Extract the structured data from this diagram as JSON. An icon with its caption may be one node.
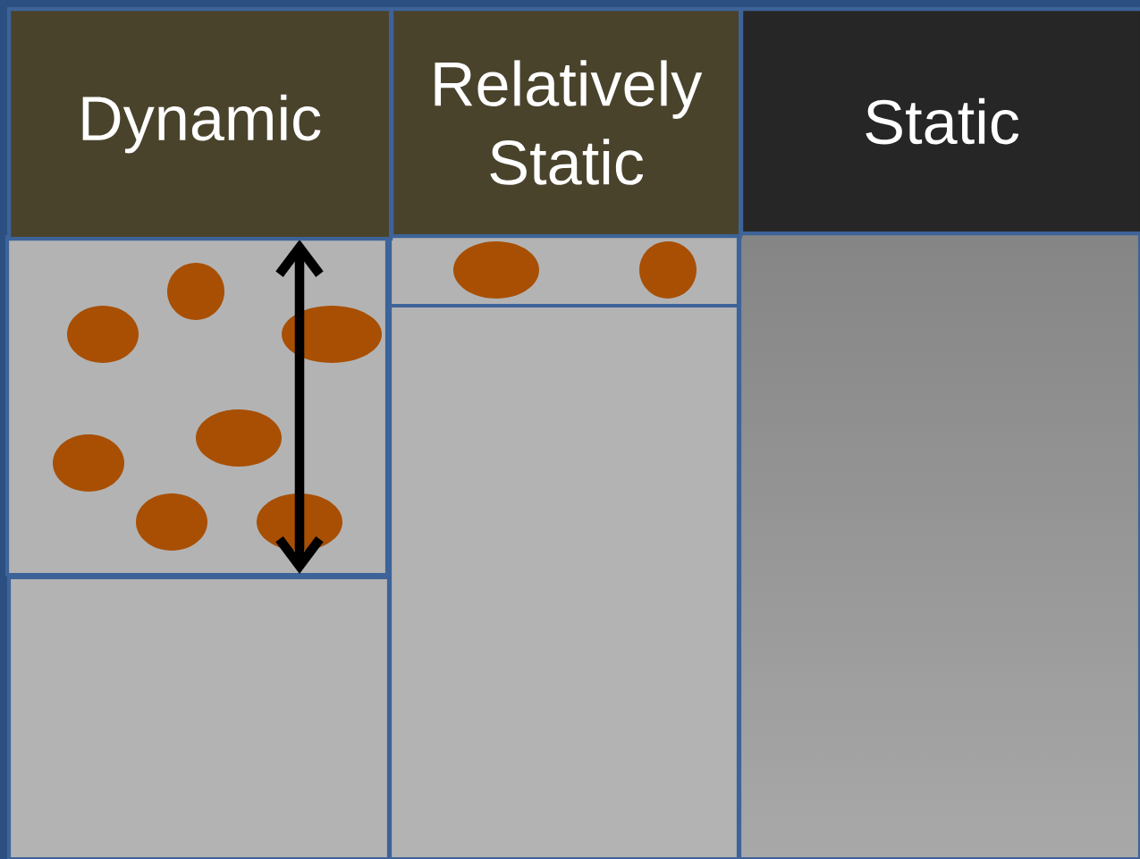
{
  "diagram": {
    "nodes": [
      {
        "text": [
          "Dynamic"
        ]
      },
      {
        "text": [
          "Relatively Static"
        ]
      },
      {
        "text": [
          "Static"
        ]
      }
    ]
  }
}
